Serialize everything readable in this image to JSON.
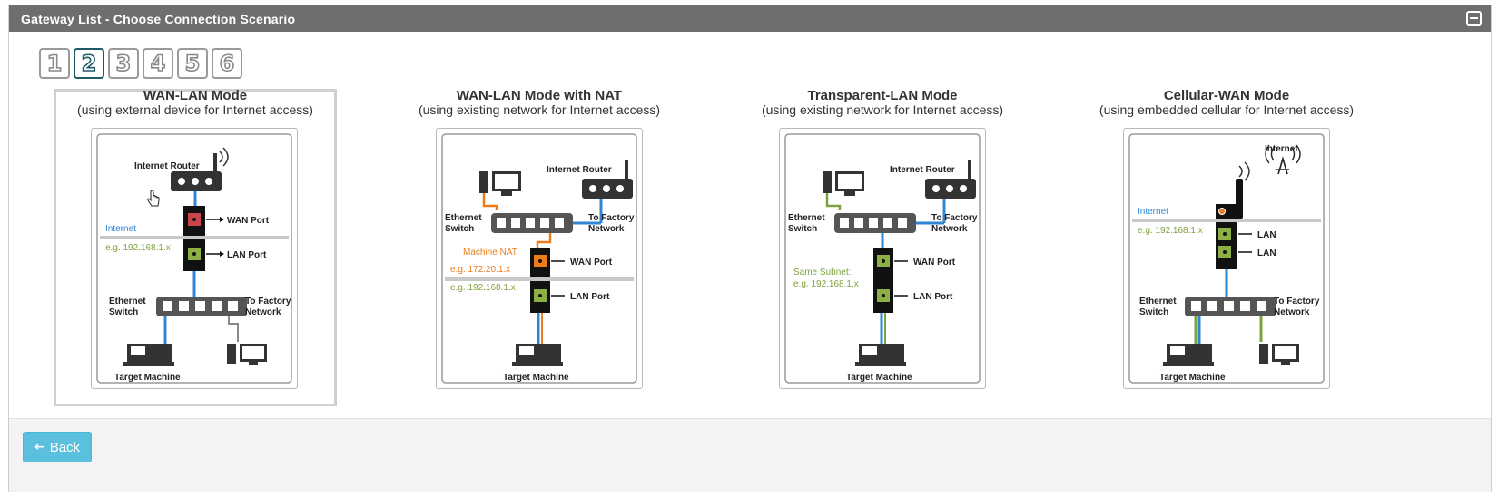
{
  "window": {
    "title": "Gateway List - Choose Connection Scenario",
    "minimize_icon": "minus-square-icon"
  },
  "steps": [
    "1",
    "2",
    "3",
    "4",
    "5",
    "6"
  ],
  "active_step": "2",
  "scenarios": [
    {
      "title": "WAN-LAN Mode",
      "subtitle": "(using external device for Internet access)",
      "labels": {
        "router": "Internet Router",
        "internet": "Internet",
        "wan_ip": "e.g. 192.168.1.x",
        "wan_port": "WAN Port",
        "lan_port": "LAN Port",
        "switch": "Ethernet Switch",
        "factory": "To Factory Network",
        "machine": "Target Machine"
      }
    },
    {
      "title": "WAN-LAN Mode with NAT",
      "subtitle": "(using existing network for Internet access)",
      "labels": {
        "router": "Internet Router",
        "switch": "Ethernet Switch",
        "factory": "To Factory Network",
        "nat": "Machine NAT",
        "nat_ip": "e.g. 172.20.1.x",
        "lan_ip": "e.g. 192.168.1.x",
        "wan_port": "WAN Port",
        "lan_port": "LAN Port",
        "machine": "Target Machine"
      }
    },
    {
      "title": "Transparent-LAN Mode",
      "subtitle": "(using existing network for Internet access)",
      "labels": {
        "router": "Internet Router",
        "switch": "Ethernet Switch",
        "factory": "To Factory Network",
        "subnet": "Same Subnet:",
        "subnet_ip": "e.g. 192.168.1.x",
        "wan_port": "WAN Port",
        "lan_port": "LAN Port",
        "machine": "Target Machine"
      }
    },
    {
      "title": "Cellular-WAN Mode",
      "subtitle": "(using embedded cellular for Internet access)",
      "labels": {
        "internet_top": "Internet",
        "internet": "Internet",
        "ip": "e.g. 192.168.1.x",
        "lan1": "LAN",
        "lan2": "LAN",
        "switch": "Ethernet Switch",
        "factory": "To Factory Network",
        "machine": "Target Machine"
      }
    }
  ],
  "footer": {
    "back_label": "Back",
    "back_icon": "arrow-left-icon"
  },
  "colors": {
    "titlebar": "#6e6e6e",
    "accent": "#5bc0de",
    "blue_wire": "#2f86d3",
    "orange_wire": "#ef7c1a",
    "green_wire": "#7fa33c",
    "wan_port": "#c9454a",
    "lan_port": "#8cb043",
    "active_step": "#1e5a6b"
  }
}
